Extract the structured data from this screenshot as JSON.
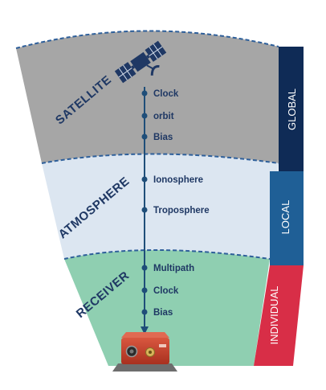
{
  "layers": [
    {
      "name": "SATELLITE",
      "items": [
        "Clock",
        "orbit",
        "Bias"
      ]
    },
    {
      "name": "ATMOSPHERE",
      "items": [
        "Ionosphere",
        "Troposphere"
      ]
    },
    {
      "name": "RECEIVER",
      "items": [
        "Multipath",
        "Clock",
        "Bias"
      ]
    }
  ],
  "scopes": [
    "GLOBAL",
    "LOCAL",
    "INDIVIDUAL"
  ],
  "colors": {
    "satellite_band": "#a6a6a6",
    "atmosphere_band": "#dce6f1",
    "receiver_band": "#8fcfb1",
    "global_bar": "#0f2b56",
    "local_bar": "#1f5f96",
    "individual_bar": "#d82e47",
    "line": "#1f4e79",
    "label": "#1f3864"
  },
  "icons": [
    "satellite-icon",
    "gnss-receiver-device-icon"
  ]
}
